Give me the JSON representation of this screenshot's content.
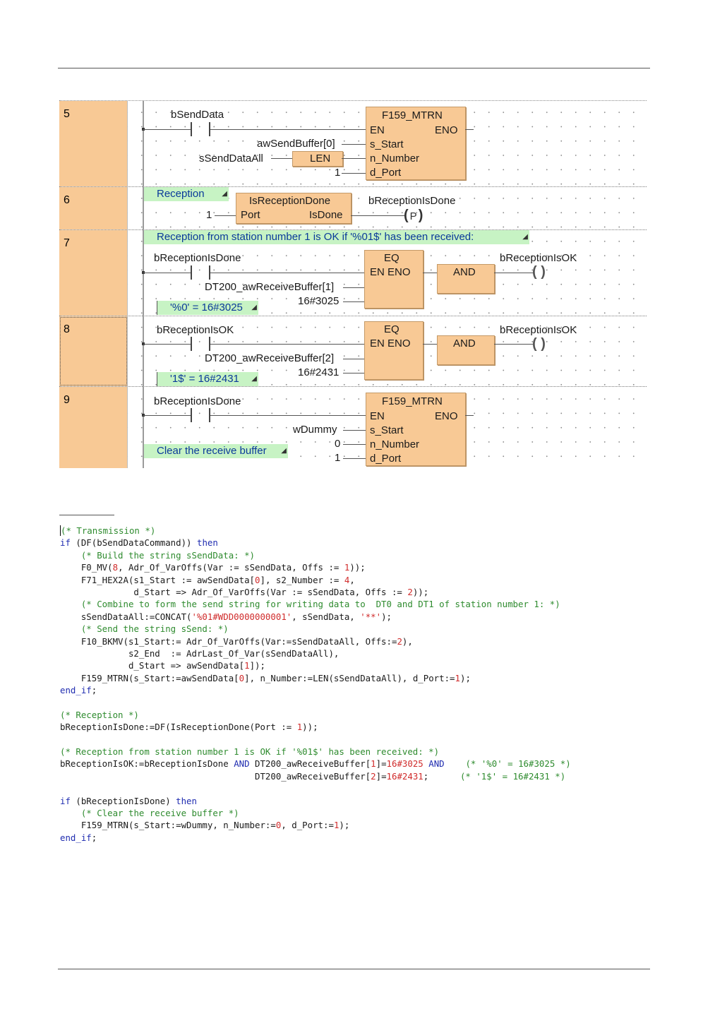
{
  "rungs": {
    "r5": {
      "number": "5",
      "contact": "bSendData",
      "block": "F159_MTRN",
      "pins": [
        "EN",
        "ENO",
        "s_Start",
        "n_Number",
        "d_Port"
      ],
      "input_start": "awSendBuffer[0]",
      "input_len_src": "sSendDataAll",
      "len_block": "LEN",
      "input_port": "1"
    },
    "r6": {
      "number": "6",
      "comment": "Reception",
      "block": "IsReceptionDone",
      "pin_in": "Port",
      "pin_out": "IsDone",
      "input_port": "1",
      "coil": "bReceptionIsDone",
      "coil_symbol": "P"
    },
    "r7": {
      "number": "7",
      "comment": "Reception from station number 1 is OK if '%01$' has been received:",
      "contact": "bReceptionIsDone",
      "eq_block": "EQ",
      "eq_pins": "EN ENO",
      "and_block": "AND",
      "input1": "DT200_awReceiveBuffer[1]",
      "input2": "16#3025",
      "note": "'%0' = 16#3025",
      "coil": "bReceptionIsOK"
    },
    "r8": {
      "number": "8",
      "contact": "bReceptionIsOK",
      "eq_block": "EQ",
      "eq_pins": "EN ENO",
      "and_block": "AND",
      "input1": "DT200_awReceiveBuffer[2]",
      "input2": "16#2431",
      "note": "'1$' = 16#2431",
      "coil": "bReceptionIsOK"
    },
    "r9": {
      "number": "9",
      "contact": "bReceptionIsDone",
      "block": "F159_MTRN",
      "pins": [
        "EN",
        "ENO",
        "s_Start",
        "n_Number",
        "d_Port"
      ],
      "input_start": "wDummy",
      "input_number": "0",
      "input_port": "1",
      "comment": "Clear the receive buffer"
    }
  },
  "code_lines": [
    [
      [
        "cm",
        "(* Transmission *)"
      ]
    ],
    [
      [
        "kw",
        "if"
      ],
      [
        "t",
        " ("
      ],
      [
        "t",
        "DF"
      ],
      [
        "t",
        "("
      ],
      [
        "t",
        "bSendDataCommand"
      ],
      [
        "t",
        ")) "
      ],
      [
        "kw",
        "then"
      ]
    ],
    [
      [
        "t",
        "    "
      ],
      [
        "cm",
        "(* Build the string sSendData: *)"
      ]
    ],
    [
      [
        "t",
        "    F0_MV("
      ],
      [
        "nm",
        "8"
      ],
      [
        "t",
        ", Adr_Of_VarOffs(Var := sSendData, Offs := "
      ],
      [
        "nm",
        "1"
      ],
      [
        "t",
        "));"
      ]
    ],
    [
      [
        "t",
        "    F71_HEX2A(s1_Start := awSendData["
      ],
      [
        "nm",
        "0"
      ],
      [
        "t",
        "], s2_Number := "
      ],
      [
        "nm",
        "4"
      ],
      [
        "t",
        ","
      ]
    ],
    [
      [
        "t",
        "              d_Start => Adr_Of_VarOffs(Var := sSendData, Offs := "
      ],
      [
        "nm",
        "2"
      ],
      [
        "t",
        "));"
      ]
    ],
    [
      [
        "t",
        "    "
      ],
      [
        "cm",
        "(* Combine to form the send string for writing data to  DT0 and DT1 of station number 1: *)"
      ]
    ],
    [
      [
        "t",
        "    sSendDataAll:=CONCAT("
      ],
      [
        "nm",
        "'%01#WDD0000000001'"
      ],
      [
        "t",
        ", sSendData, "
      ],
      [
        "nm",
        "'**'"
      ],
      [
        "t",
        ");"
      ]
    ],
    [
      [
        "t",
        "    "
      ],
      [
        "cm",
        "(* Send the string sSend: *)"
      ]
    ],
    [
      [
        "t",
        "    F10_BKMV(s1_Start:= Adr_Of_VarOffs(Var:=sSendDataAll, Offs:="
      ],
      [
        "nm",
        "2"
      ],
      [
        "t",
        "),"
      ]
    ],
    [
      [
        "t",
        "             s2_End  := AdrLast_Of_Var(sSendDataAll),"
      ]
    ],
    [
      [
        "t",
        "             d_Start => awSendData["
      ],
      [
        "nm",
        "1"
      ],
      [
        "t",
        "]);"
      ]
    ],
    [
      [
        "t",
        "    F159_MTRN(s_Start:=awSendData["
      ],
      [
        "nm",
        "0"
      ],
      [
        "t",
        "], n_Number:=LEN(sSendDataAll), d_Port:="
      ],
      [
        "nm",
        "1"
      ],
      [
        "t",
        ");"
      ]
    ],
    [
      [
        "kw",
        "end_if"
      ],
      [
        "t",
        ";"
      ]
    ],
    [],
    [
      [
        "cm",
        "(* Reception *)"
      ]
    ],
    [
      [
        "t",
        "bReceptionIsDone:=DF(IsReceptionDone(Port := "
      ],
      [
        "nm",
        "1"
      ],
      [
        "t",
        "));"
      ]
    ],
    [],
    [
      [
        "cm",
        "(* Reception from station number 1 is OK if '%01$' has been received: *)"
      ]
    ],
    [
      [
        "t",
        "bReceptionIsOK:=bReceptionIsDone "
      ],
      [
        "kw",
        "AND"
      ],
      [
        "t",
        " DT200_awReceiveBuffer["
      ],
      [
        "nm",
        "1"
      ],
      [
        "t",
        "]="
      ],
      [
        "nm",
        "16#3025"
      ],
      [
        "t",
        " "
      ],
      [
        "kw",
        "AND"
      ],
      [
        "t",
        "    "
      ],
      [
        "cm",
        "(* '%0' = 16#3025 *)"
      ]
    ],
    [
      [
        "t",
        "                                     DT200_awReceiveBuffer["
      ],
      [
        "nm",
        "2"
      ],
      [
        "t",
        "]="
      ],
      [
        "nm",
        "16#2431"
      ],
      [
        "t",
        ";      "
      ],
      [
        "cm",
        "(* '1$' = 16#2431 *)"
      ]
    ],
    [],
    [
      [
        "kw",
        "if"
      ],
      [
        "t",
        " (bReceptionIsDone) "
      ],
      [
        "kw",
        "then"
      ]
    ],
    [
      [
        "t",
        "    "
      ],
      [
        "cm",
        "(* Clear the receive buffer *)"
      ]
    ],
    [
      [
        "t",
        "    F159_MTRN(s_Start:=wDummy, n_Number:="
      ],
      [
        "nm",
        "0"
      ],
      [
        "t",
        ", d_Port:="
      ],
      [
        "nm",
        "1"
      ],
      [
        "t",
        ");"
      ]
    ],
    [
      [
        "kw",
        "end_if"
      ],
      [
        "t",
        ";"
      ]
    ]
  ]
}
